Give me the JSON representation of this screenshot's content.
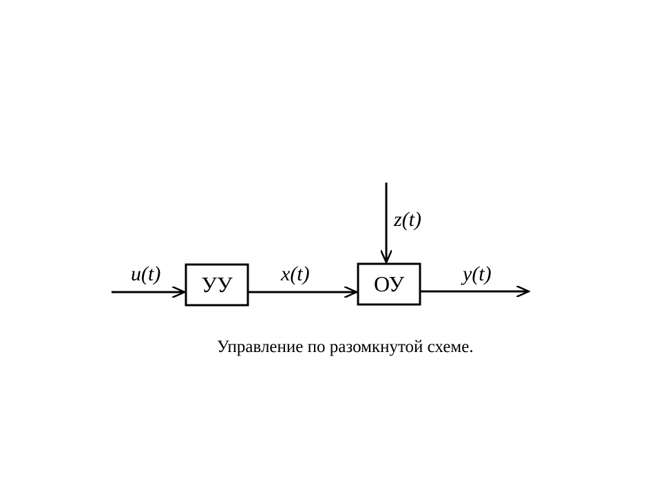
{
  "diagram": {
    "blocks": {
      "controller": {
        "label": "УУ"
      },
      "plant": {
        "label": "ОУ"
      }
    },
    "signals": {
      "input": "u(t)",
      "control": "x(t)",
      "disturbance": "z(t)",
      "output": "y(t)"
    },
    "caption": "Управление по разомкнутой схеме.",
    "colors": {
      "line": "#000000",
      "background": "#ffffff"
    }
  }
}
